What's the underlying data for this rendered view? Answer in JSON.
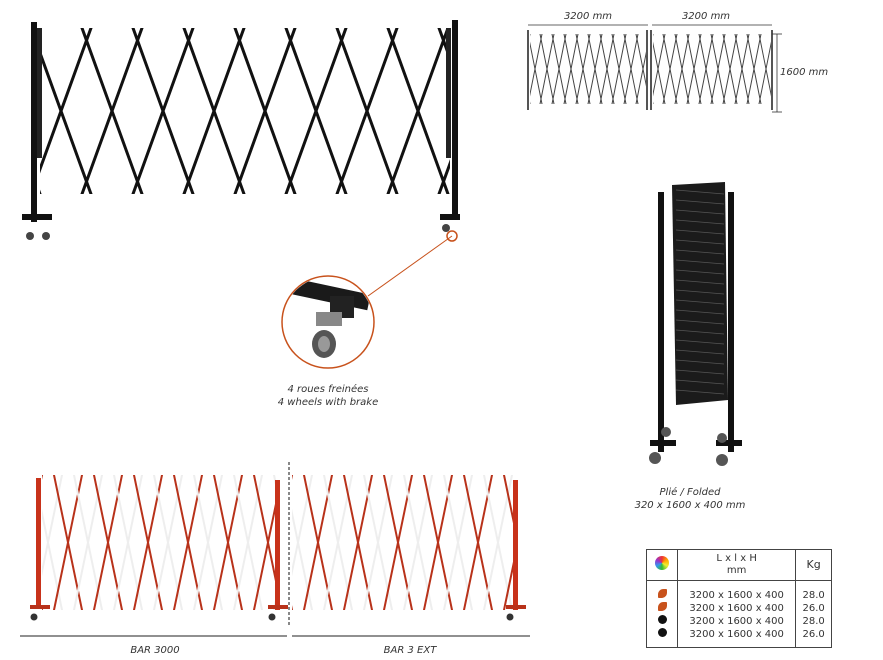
{
  "dimensions": {
    "width1": "3200 mm",
    "width2": "3200 mm",
    "height": "1600 mm"
  },
  "wheels_caption": {
    "fr": "4 roues freinées",
    "en": "4 wheels with brake"
  },
  "folded_caption": {
    "label": "Plié / Folded",
    "size": "320 x 1600 x 400 mm"
  },
  "bar_labels": {
    "main": "BAR 3000",
    "ext": "BAR 3 EXT"
  },
  "spec_table": {
    "header_dims": "L x l x H",
    "header_unit": "mm",
    "header_weight": "Kg",
    "rows": [
      {
        "color": "orange",
        "dims": "3200 x 1600 x 400",
        "kg": "28.0"
      },
      {
        "color": "orange",
        "dims": "3200 x 1600 x 400",
        "kg": "26.0"
      },
      {
        "color": "black",
        "dims": "3200 x 1600 x 400",
        "kg": "28.0"
      },
      {
        "color": "black",
        "dims": "3200 x 1600 x 400",
        "kg": "26.0"
      }
    ]
  },
  "colors": {
    "black": "#111111",
    "orange": "#c8521c",
    "red": "#b8321a",
    "leader": "#c8521c"
  }
}
